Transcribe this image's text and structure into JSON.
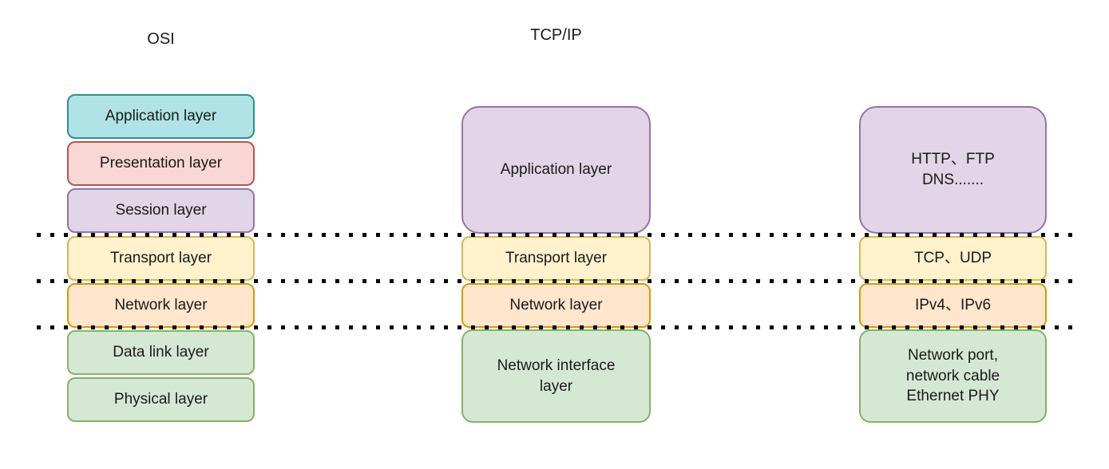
{
  "titles": {
    "osi": "OSI",
    "tcpip": "TCP/IP"
  },
  "palette": {
    "teal_fill": "#b0e3e6",
    "teal_stroke": "#2d9096",
    "red_fill": "#f8d7d4",
    "red_stroke": "#b85450",
    "purple_fill": "#e1d5e7",
    "purple_stroke": "#9673a6",
    "yellow_fill": "#fff2cc",
    "yellow_stroke": "#d6b656",
    "orange_fill": "#ffe6cc",
    "orange_stroke": "#d79b00",
    "green_fill": "#d5e8d4",
    "green_stroke": "#82b366",
    "text": "#1a1a1a",
    "divider": "#000000",
    "background": "#ffffff"
  },
  "osi": {
    "layers": [
      {
        "label": "Application layer",
        "color": "teal"
      },
      {
        "label": "Presentation layer",
        "color": "red"
      },
      {
        "label": "Session layer",
        "color": "purple"
      },
      {
        "label": "Transport layer",
        "color": "yellow"
      },
      {
        "label": "Network layer",
        "color": "orange"
      },
      {
        "label": "Data link layer",
        "color": "green"
      },
      {
        "label": "Physical layer",
        "color": "green"
      }
    ]
  },
  "tcpip": {
    "layers": [
      {
        "label": "Application layer",
        "color": "purple"
      },
      {
        "label": "Transport layer",
        "color": "yellow"
      },
      {
        "label": "Network layer",
        "color": "orange"
      },
      {
        "label": "Network interface\nlayer",
        "color": "green"
      }
    ]
  },
  "protocols": {
    "layers": [
      {
        "label": "HTTP、FTP\nDNS.......",
        "color": "purple"
      },
      {
        "label": "TCP、UDP",
        "color": "yellow"
      },
      {
        "label": "IPv4、IPv6",
        "color": "orange"
      },
      {
        "label": "Network port,\nnetwork cable\nEthernet PHY",
        "color": "green"
      }
    ]
  }
}
